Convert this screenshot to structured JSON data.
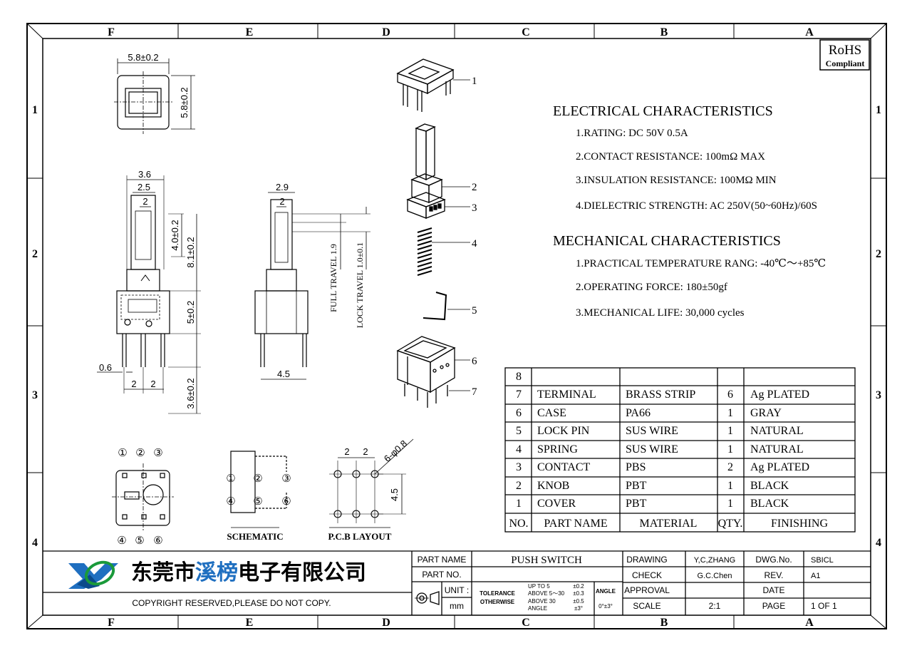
{
  "frame": {
    "columns": [
      "F",
      "E",
      "D",
      "C",
      "B",
      "A"
    ],
    "rows": [
      "1",
      "2",
      "3",
      "4"
    ]
  },
  "rohs": {
    "line1": "RoHS",
    "line2": "Compliant"
  },
  "dims": {
    "top_w": "5.8±0.2",
    "top_h": "5.8±0.2",
    "d36": "3.6",
    "d25": "2.5",
    "d2a": "2",
    "d40": "4.0±0.2",
    "d81": "8.1±0.2",
    "d50": "5±0.2",
    "d36b": "3.6±0.2",
    "d06": "0.6",
    "d2b": "2",
    "d2c": "2",
    "d29": "2.9",
    "d2d": "2",
    "d45": "4.5",
    "full_travel": "FULL TRAVEL 1.9",
    "lock_travel": "LOCK TRAVEL 1.0±0.1"
  },
  "pins": {
    "p1": "①",
    "p2": "②",
    "p3": "③",
    "p4": "④",
    "p5": "⑤",
    "p6": "⑥"
  },
  "schematic_label": "SCHEMATIC",
  "pcb": {
    "label": "P.C.B LAYOUT",
    "d2a": "2",
    "d2b": "2",
    "hole": "6-φ0.8",
    "d45": "4.5"
  },
  "exploded_labels": [
    "1",
    "2",
    "3",
    "4",
    "5",
    "7"
  ],
  "exploded_label6": "6",
  "electrical": {
    "title": "ELECTRICAL CHARACTERISTICS",
    "items": [
      "1.RATING: DC 50V 0.5A",
      "2.CONTACT RESISTANCE: 100mΩ MAX",
      "3.INSULATION RESISTANCE: 100MΩ MIN",
      "4.DIELECTRIC STRENGTH: AC 250V(50~60Hz)/60S"
    ]
  },
  "mechanical": {
    "title": "MECHANICAL CHARACTERISTICS",
    "items": [
      "1.PRACTICAL TEMPERATURE RANG: -40℃～+85℃",
      "2.OPERATING FORCE: 180±50gf",
      "3.MECHANICAL LIFE: 30,000 cycles"
    ]
  },
  "bom": {
    "rows": [
      [
        "8",
        "",
        "",
        "",
        ""
      ],
      [
        "7",
        "TERMINAL",
        "BRASS STRIP",
        "6",
        "Ag PLATED"
      ],
      [
        "6",
        "CASE",
        "PA66",
        "1",
        "GRAY"
      ],
      [
        "5",
        "LOCK PIN",
        "SUS WIRE",
        "1",
        "NATURAL"
      ],
      [
        "4",
        "SPRING",
        "SUS WIRE",
        "1",
        "NATURAL"
      ],
      [
        "3",
        "CONTACT",
        "PBS",
        "2",
        "Ag PLATED"
      ],
      [
        "2",
        "KNOB",
        "PBT",
        "1",
        "BLACK"
      ],
      [
        "1",
        "COVER",
        "PBT",
        "1",
        "BLACK"
      ]
    ],
    "header": [
      "NO.",
      "PART NAME",
      "MATERIAL",
      "QTY.",
      "FINISHING"
    ]
  },
  "title_block": {
    "company": "东莞市溪榜电子有限公司",
    "copyright": "COPYRIGHT RESERVED,PLEASE DO NOT COPY.",
    "part_name_label": "PART NAME",
    "part_name": "PUSH SWITCH",
    "part_no_label": "PART NO.",
    "unit_label": "UNIT :",
    "unit": "mm",
    "tolerance_label": "TOLERANCE",
    "otherwise_label": "OTHERWISE",
    "tol_rows": [
      [
        "UP TO 5",
        "±0.2"
      ],
      [
        "ABOVE 5～30",
        "±0.3"
      ],
      [
        "ABOVE 30",
        "±0.5"
      ],
      [
        "ANGLE",
        "±3°"
      ]
    ],
    "angle_label": "ANGLE",
    "angle_value": "0°±3°",
    "drawing_label": "DRAWING",
    "drawing": "Y,C,ZHANG",
    "check_label": "CHECK",
    "check": "G.C.Chen",
    "approval_label": "APPROVAL",
    "scale_label": "SCALE",
    "scale": "2:1",
    "dwg_label": "DWG.No.",
    "dwg": "SBICL",
    "rev_label": "REV.",
    "rev": "A1",
    "date_label": "DATE",
    "page_label": "PAGE",
    "page": "1 OF 1"
  },
  "colors": {
    "logo_blue": "#1f6fc0",
    "logo_green": "#1a9a3a",
    "ink": "#000000"
  }
}
